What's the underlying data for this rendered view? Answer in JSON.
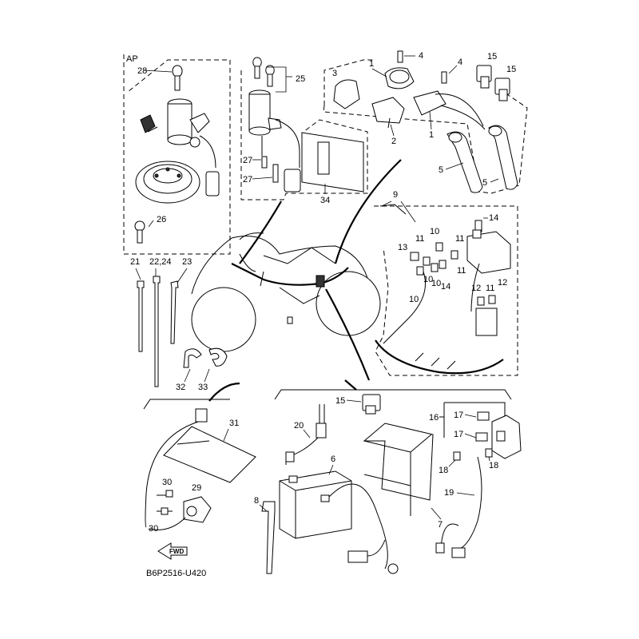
{
  "diagram": {
    "code": "B6P2516-U420",
    "ap_label": "AP",
    "fwd_label": "FWD",
    "callouts": {
      "p1a": "1",
      "p1b": "1",
      "p2": "2",
      "p3": "3",
      "p4a": "4",
      "p4b": "4",
      "p5a": "5",
      "p5b": "5",
      "p6": "6",
      "p7": "7",
      "p8": "8",
      "p9": "9",
      "p10a": "10",
      "p10b": "10",
      "p10c": "10",
      "p11a": "11",
      "p11b": "11",
      "p11c": "11",
      "p11d": "11",
      "p12a": "12",
      "p12b": "12",
      "p13": "13",
      "p14a": "14",
      "p14b": "14",
      "p15a": "15",
      "p15b": "15",
      "p15c": "15",
      "p16": "16",
      "p17a": "17",
      "p17b": "17",
      "p18a": "18",
      "p18b": "18",
      "p19": "19",
      "p20": "20",
      "p21": "21",
      "p22": "22,24",
      "p23": "23",
      "p25": "25",
      "p26": "26",
      "p27a": "27",
      "p27b": "27",
      "p28": "28",
      "p29": "29",
      "p30a": "30",
      "p30b": "30",
      "p31": "31",
      "p32": "32",
      "p33": "33",
      "p34": "34"
    }
  }
}
